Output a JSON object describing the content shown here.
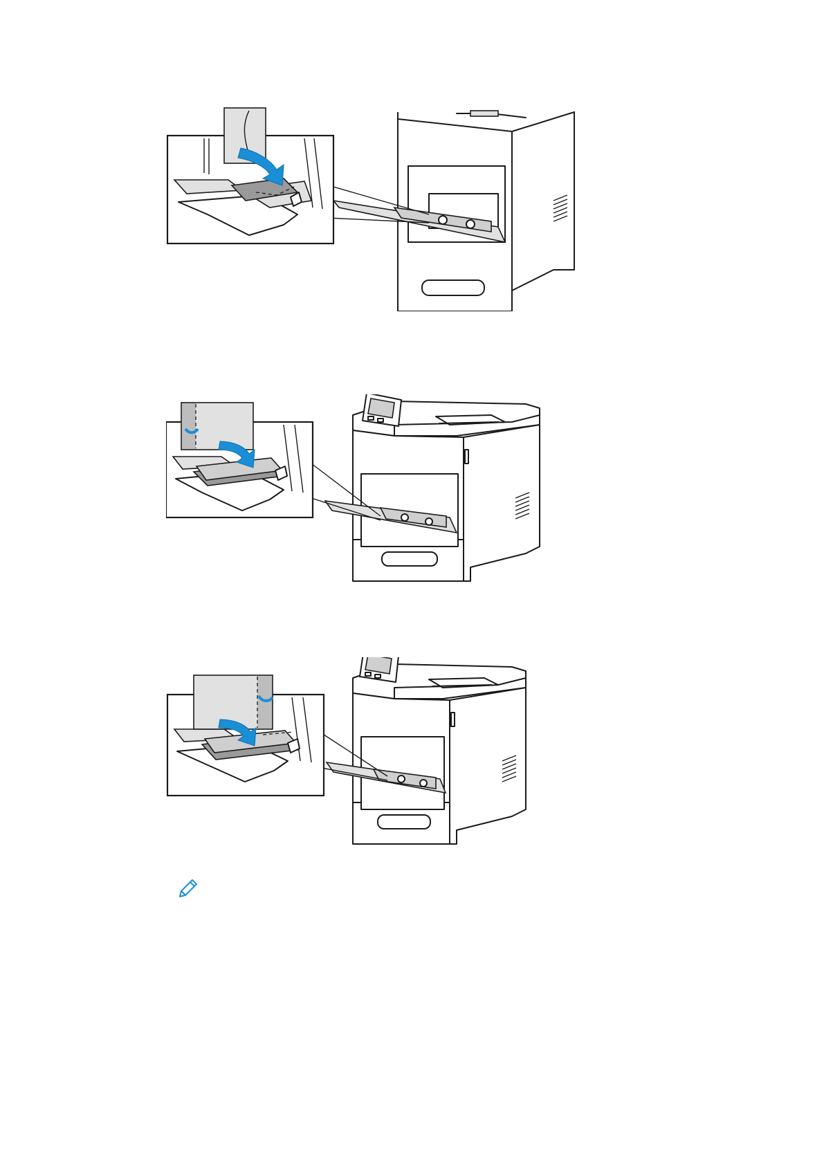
{
  "figures": [
    {
      "id": "fig-1",
      "subject": "envelope-loading-bypass-tray-flap-open"
    },
    {
      "id": "fig-2",
      "subject": "envelope-loading-bypass-tray-short-edge"
    },
    {
      "id": "fig-3",
      "subject": "envelope-loading-bypass-tray-long-edge"
    }
  ],
  "colors": {
    "accent_arrow": "#1a8fd6",
    "note_icon": "#1a8fd6",
    "outline": "#1a1a1a",
    "paper_grey": "#cfcfcf"
  },
  "note": {
    "icon": "pencil-icon"
  }
}
